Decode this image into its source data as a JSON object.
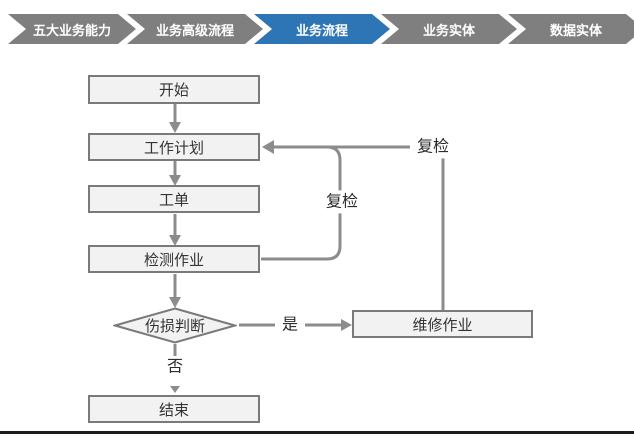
{
  "nav": {
    "items": [
      {
        "label": "五大业务能力",
        "active": false
      },
      {
        "label": "业务高级流程",
        "active": false
      },
      {
        "label": "业务流程",
        "active": true
      },
      {
        "label": "业务实体",
        "active": false
      },
      {
        "label": "数据实体",
        "active": false
      }
    ],
    "active_color": "#2E75B6",
    "inactive_color": "#7F7F7F"
  },
  "flowchart": {
    "nodes": {
      "start": {
        "label": "开始",
        "type": "process"
      },
      "work_plan": {
        "label": "工作计划",
        "type": "process"
      },
      "work_order": {
        "label": "工单",
        "type": "process"
      },
      "inspection": {
        "label": "检测作业",
        "type": "process"
      },
      "damage_decision": {
        "label": "伤损判断",
        "type": "decision"
      },
      "repair": {
        "label": "维修作业",
        "type": "process"
      },
      "end": {
        "label": "结束",
        "type": "process"
      }
    },
    "edge_labels": {
      "yes": "是",
      "no": "否",
      "recheck_inner": "复检",
      "recheck_outer": "复检"
    },
    "colors": {
      "node_fill": "#F2F2F2",
      "node_border": "#7A7A7A",
      "connector": "#8C8C8C"
    }
  }
}
